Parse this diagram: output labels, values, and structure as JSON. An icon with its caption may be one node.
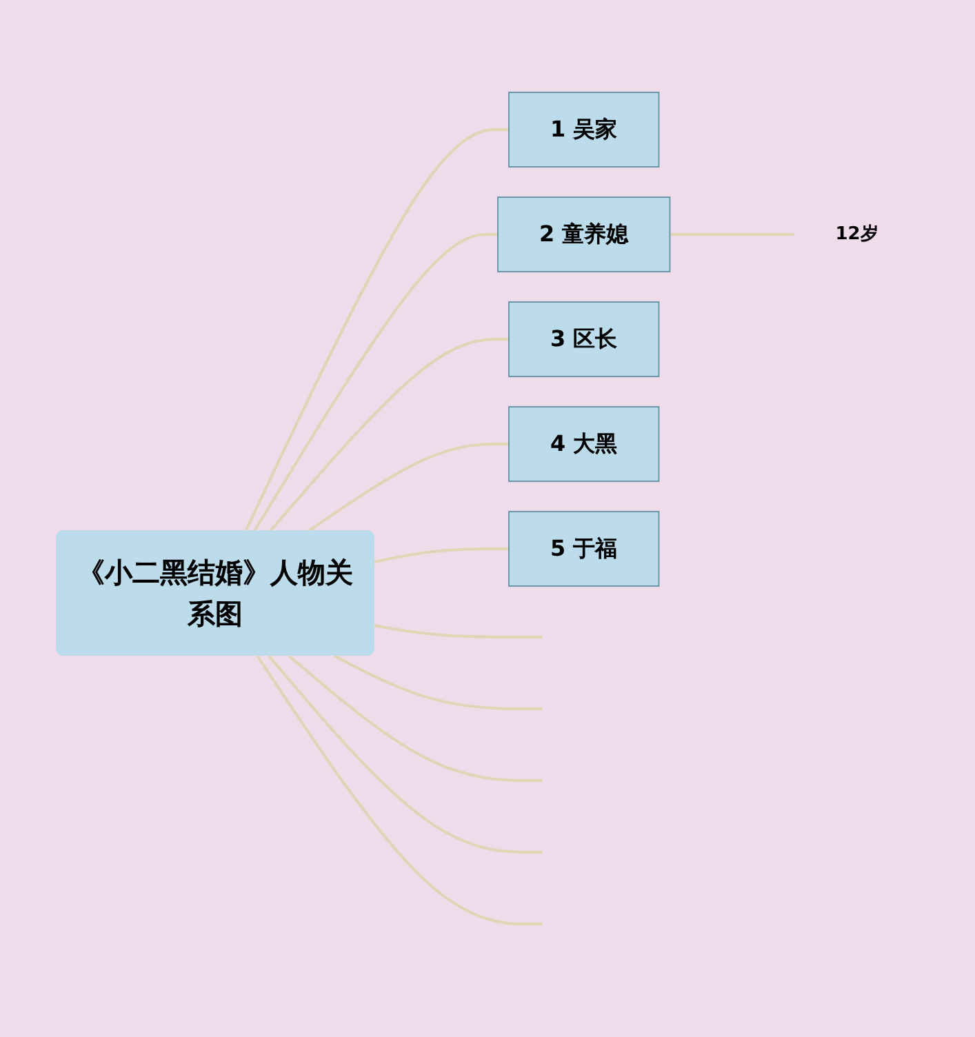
{
  "diagram": {
    "nodes": [
      {
        "text": [
          "《小二黑结婚》人物关系图"
        ]
      },
      {
        "text": [
          "1",
          "吴家"
        ]
      },
      {
        "text": [
          "2",
          "童养媳"
        ]
      },
      {
        "text": [
          "3",
          "区长"
        ]
      },
      {
        "text": [
          "4",
          "大黑"
        ]
      },
      {
        "text": [
          "5",
          "于福"
        ]
      },
      {
        "text": [
          "12岁"
        ]
      }
    ],
    "edges": [
      {
        "from": 0,
        "to": 1,
        "arrow": "none"
      },
      {
        "from": 0,
        "to": 2,
        "arrow": "none"
      },
      {
        "from": 0,
        "to": 3,
        "arrow": "none"
      },
      {
        "from": 0,
        "to": 4,
        "arrow": "none"
      },
      {
        "from": 0,
        "to": 5,
        "arrow": "none"
      },
      {
        "from": 2,
        "to": 6,
        "arrow": "none"
      },
      {
        "from": 0,
        "to": null,
        "arrow": "none"
      },
      {
        "from": 0,
        "to": null,
        "arrow": "none"
      },
      {
        "from": 0,
        "to": null,
        "arrow": "none"
      },
      {
        "from": 0,
        "to": null,
        "arrow": "none"
      },
      {
        "from": 0,
        "to": null,
        "arrow": "none"
      }
    ]
  }
}
